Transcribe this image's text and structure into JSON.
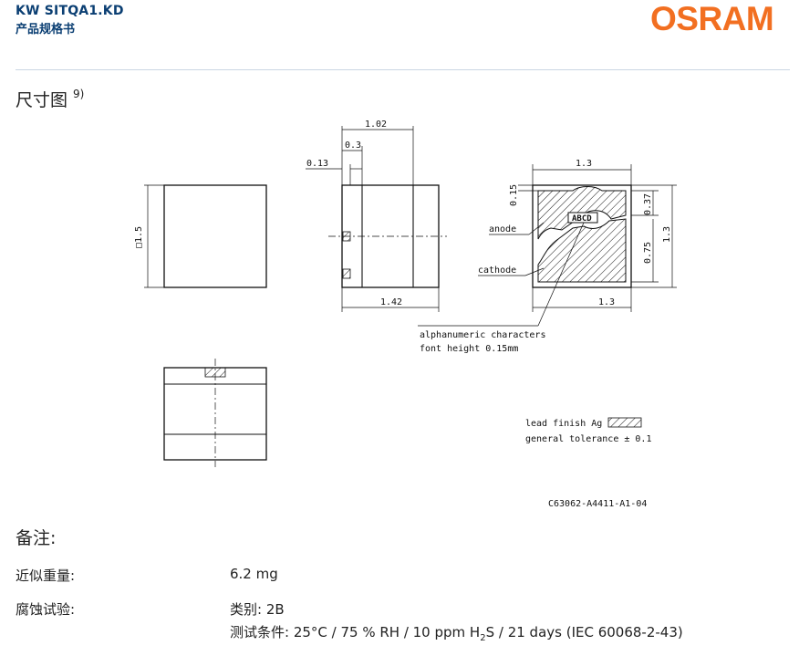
{
  "header": {
    "product": "KW SITQA1.KD",
    "doc_type": "产品规格书",
    "brand": "OSRAM",
    "brand_color": "#f26f21",
    "title_color": "#0b3f73"
  },
  "section": {
    "title": "尺寸图",
    "footnote": "9)"
  },
  "drawing": {
    "side_dim": "□1.5",
    "dim_top": "1.02",
    "dim_03": "0.3",
    "dim_013": "0.13",
    "dim_bottom": "1.42",
    "pad_top": "1.3",
    "pad_015": "0.15",
    "pad_037": "0.37",
    "pad_075": "0.75",
    "pad_right": "1.3",
    "pad_bottom": "1.3",
    "anode": "anode",
    "cathode": "cathode",
    "marking": "ABCD",
    "callout_line1": "alphanumeric characters",
    "callout_line2": "font height 0.15mm",
    "legend_lead": "lead finish Ag",
    "legend_tol": "general tolerance ± 0.1",
    "drawing_id": "C63062-A4411-A1-04"
  },
  "notes": {
    "title": "备注:",
    "weight_label": "近似重量:",
    "weight_value": "6.2 mg",
    "corrosion_label": "腐蚀试验:",
    "corrosion_class": "类别: 2B",
    "corrosion_cond_prefix": "测试条件: 25°C / 75 % RH / 10 ppm H",
    "corrosion_cond_sub": "2",
    "corrosion_cond_suffix": "S / 21 days (IEC 60068-2-43)"
  }
}
